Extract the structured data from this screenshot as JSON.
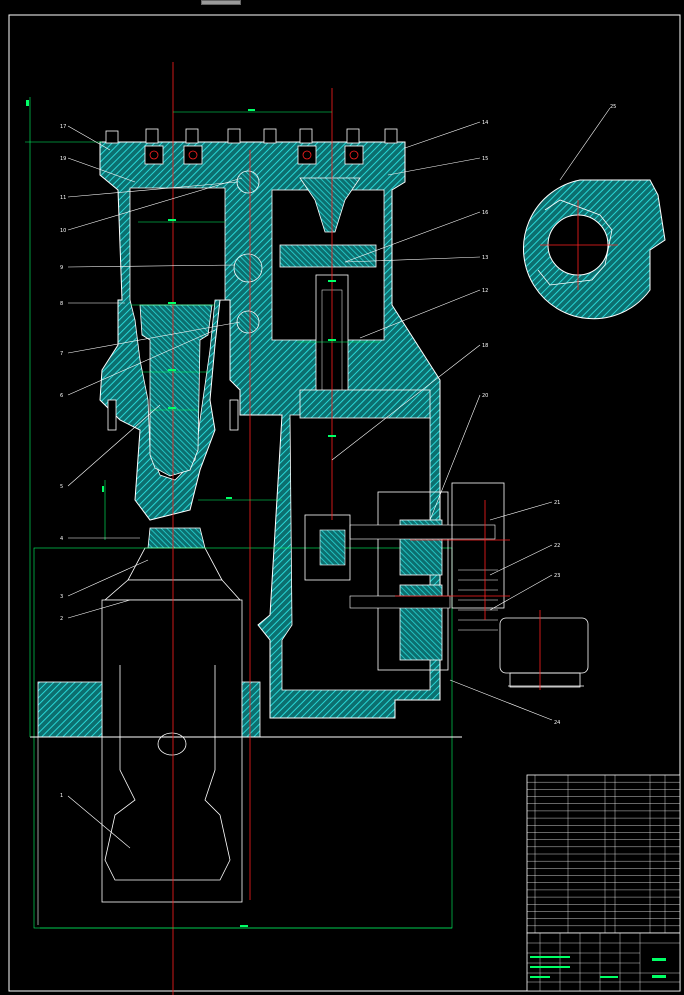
{
  "drawing": {
    "title": "",
    "sheet_tab": "",
    "colors": {
      "background": "#000000",
      "frame": "#ffffff",
      "outline": "#ffffff",
      "hatch": "#19c6c6",
      "centerline": "#ff2020",
      "dimension": "#00ff66",
      "leader": "#ffffff"
    },
    "part_tags": {
      "left": [
        "17",
        "19",
        "11",
        "10",
        "9",
        "8",
        "7",
        "6",
        "5",
        "4",
        "3",
        "2",
        "1"
      ],
      "right": [
        "14",
        "15",
        "16",
        "13",
        "12",
        "18",
        "20",
        "21",
        "22",
        "23",
        "24",
        "25"
      ]
    },
    "title_block": {
      "bom_rows": 22,
      "bom_columns": 6,
      "bottom_labels": [
        "",
        "",
        "",
        "",
        ""
      ]
    }
  }
}
